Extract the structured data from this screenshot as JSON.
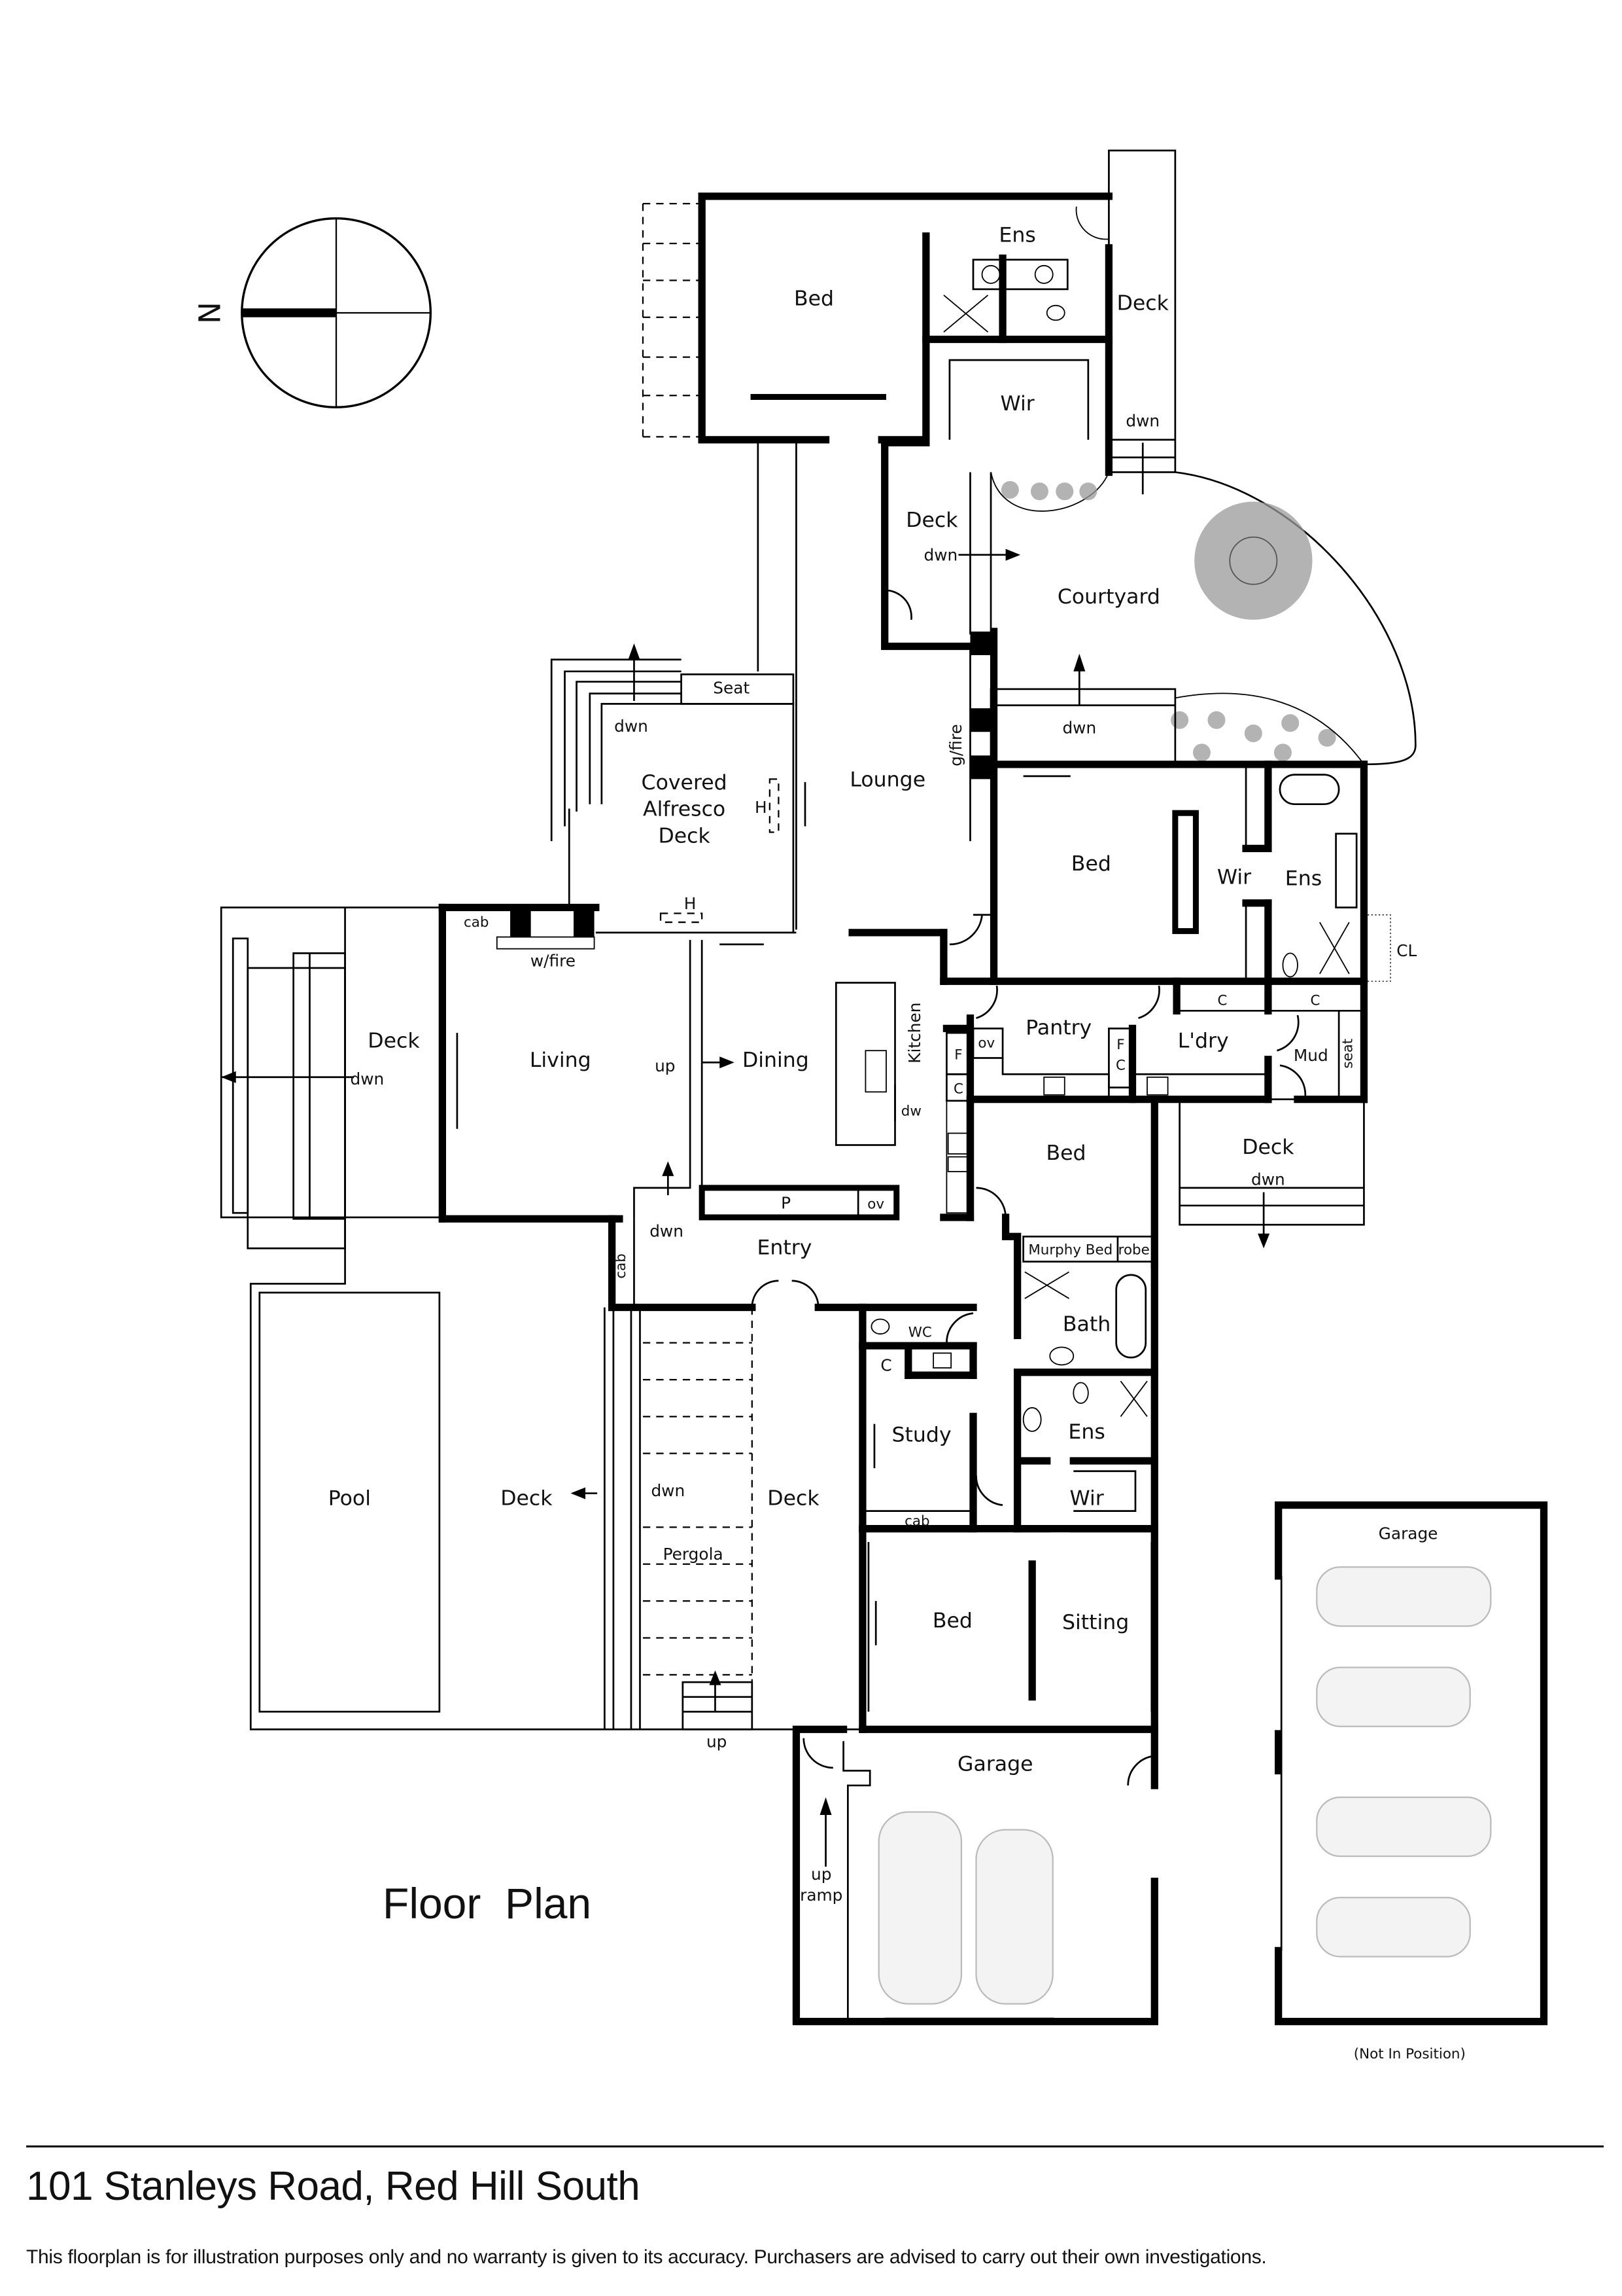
{
  "document": {
    "plan_title": "Floor  Plan",
    "address": "101 Stanleys Road, Red Hill South",
    "disclaimer": "This floorplan is for illustration purposes only and no warranty is given to its accuracy. Purchasers are advised to carry out their own investigations.",
    "compass": {
      "label": "N",
      "direction": "left"
    }
  },
  "rooms": {
    "master_bed": "Bed",
    "master_ens": "Ens",
    "master_wir": "Wir",
    "master_deck": "Deck",
    "master_deck_dwn": "dwn",
    "court_deck": "Deck",
    "court_deck_dwn": "dwn",
    "courtyard": "Courtyard",
    "court_steps_dwn": "dwn",
    "seat": "Seat",
    "alfresco_dwn": "dwn",
    "alfresco_line1": "Covered",
    "alfresco_line2": "Alfresco",
    "alfresco_line3": "Deck",
    "heater_1": "H",
    "heater_2": "H",
    "lounge": "Lounge",
    "gas_fire": "g/fire",
    "bed2": "Bed",
    "wir2": "Wir",
    "ens2": "Ens",
    "cl": "CL",
    "west_deck": "Deck",
    "west_deck_dwn": "dwn",
    "cab_fire": "cab",
    "wood_fire": "w/fire",
    "living": "Living",
    "living_up": "up",
    "dining": "Dining",
    "kitchen": "Kitchen",
    "dw": "dw",
    "pantry_p": "P",
    "oven_1": "ov",
    "pantry": "Pantry",
    "oven_2": "ov",
    "fridge_1": "F",
    "cupboard_1": "C",
    "fridge_2": "F",
    "cupboard_2": "C",
    "laundry": "L'dry",
    "cupboard_3": "C",
    "cupboard_4": "C",
    "mud": "Mud",
    "mud_seat": "seat",
    "bed3": "Bed",
    "murphy_bed": "Murphy Bed",
    "robe": "robe",
    "east_deck": "Deck",
    "east_deck_dwn": "dwn",
    "entry_dwn": "dwn",
    "entry_cab": "cab",
    "entry": "Entry",
    "wc": "WC",
    "cupboard_5": "C",
    "bath": "Bath",
    "ens3": "Ens",
    "study": "Study",
    "study_cab": "cab",
    "wir3": "Wir",
    "pool": "Pool",
    "pool_deck": "Deck",
    "pergola_dwn": "dwn",
    "pergola": "Pergola",
    "deck_center": "Deck",
    "pergola_up": "up",
    "bed4": "Bed",
    "sitting": "Sitting",
    "garage_main": "Garage",
    "ramp_up": "up",
    "ramp": "ramp",
    "garage_alt": "Garage",
    "not_in_position": "(Not In Position)"
  }
}
